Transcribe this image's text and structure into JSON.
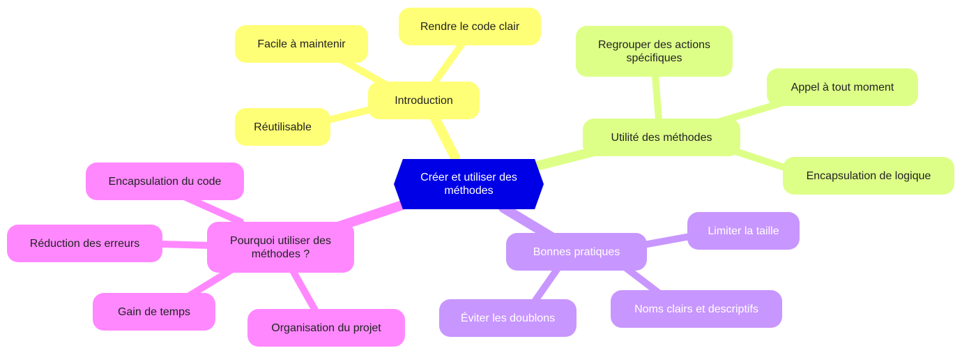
{
  "colors": {
    "root": "#0000e6",
    "yellow": "#ffff77",
    "green": "#ddff88",
    "pink": "#ff88ff",
    "purple": "#c896ff"
  },
  "root": {
    "label": "Créer et utiliser des\nméthodes"
  },
  "branches": {
    "introduction": {
      "label": "Introduction",
      "children": [
        "Rendre le code clair",
        "Facile à maintenir",
        "Réutilisable"
      ]
    },
    "utilite": {
      "label": "Utilité des méthodes",
      "children": [
        "Regrouper des actions\nspécifiques",
        "Appel à tout moment",
        "Encapsulation de logique"
      ]
    },
    "pourquoi": {
      "label": "Pourquoi utiliser des\nméthodes ?",
      "children": [
        "Encapsulation du code",
        "Réduction des erreurs",
        "Gain de temps",
        "Organisation du projet"
      ]
    },
    "pratiques": {
      "label": "Bonnes pratiques",
      "children": [
        "Limiter la taille",
        "Noms clairs et descriptifs",
        "Éviter les doublons"
      ]
    }
  }
}
